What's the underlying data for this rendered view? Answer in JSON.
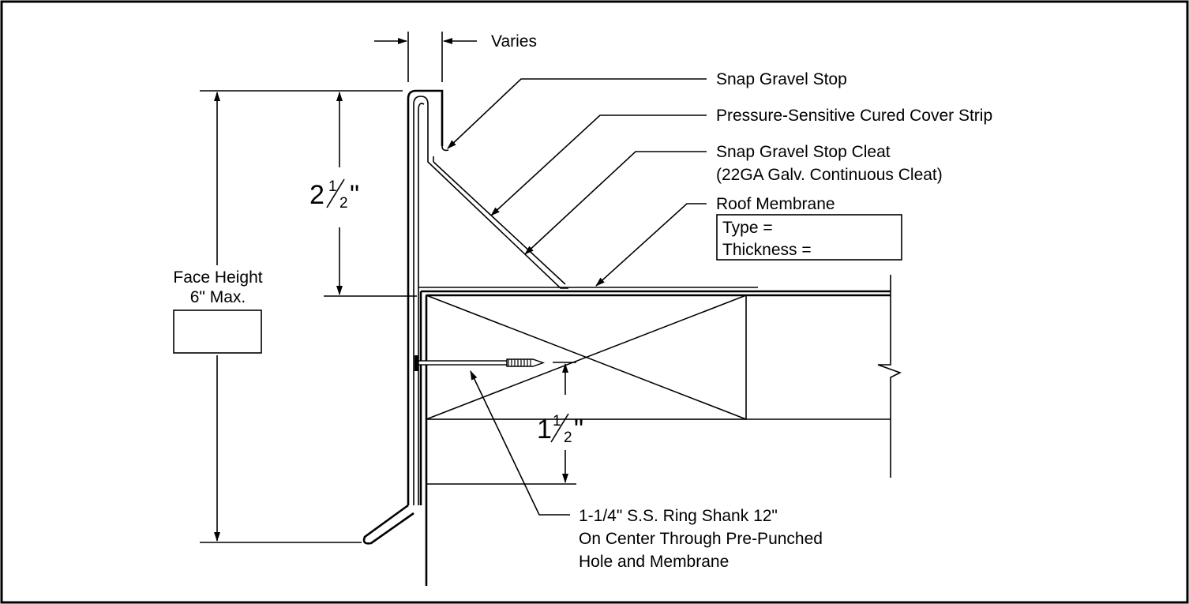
{
  "dimensions": {
    "varies": "Varies",
    "face_height_line1": "Face Height",
    "face_height_line2": "6\" Max.",
    "top_height_whole": "2",
    "top_height_num": "1",
    "top_height_den": "2",
    "top_height_unit": "\"",
    "fastener_height_whole": "1",
    "fastener_height_num": "1",
    "fastener_height_den": "2",
    "fastener_height_unit": "\""
  },
  "callouts": {
    "snap_gravel_stop": "Snap Gravel Stop",
    "cover_strip": "Pressure-Sensitive Cured Cover Strip",
    "cleat_line1": "Snap Gravel Stop Cleat",
    "cleat_line2": "(22GA Galv. Continuous Cleat)",
    "roof_membrane": "Roof Membrane",
    "membrane_type": "Type =",
    "membrane_thickness": "Thickness =",
    "fastener_line1": "1-1/4\" S.S. Ring Shank 12\"",
    "fastener_line2": "On Center Through Pre-Punched",
    "fastener_line3": "Hole and Membrane"
  }
}
